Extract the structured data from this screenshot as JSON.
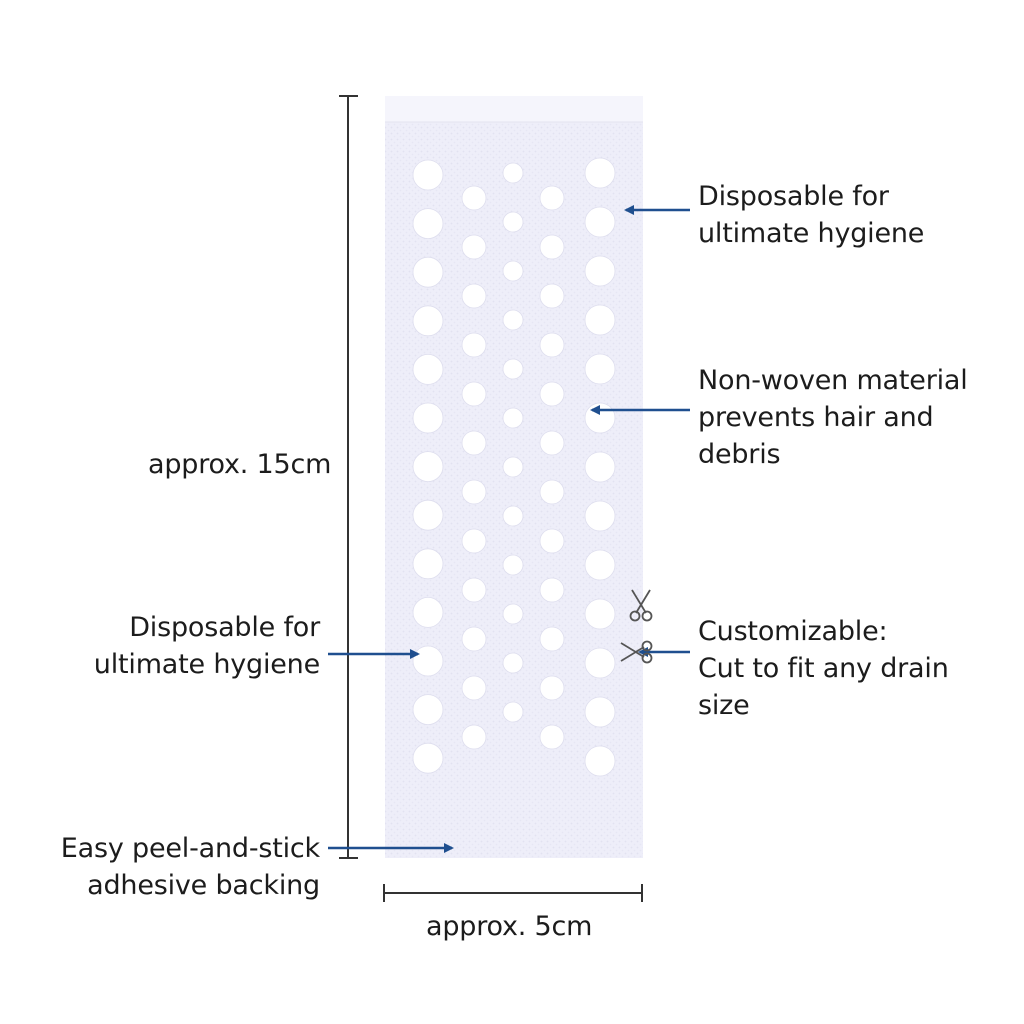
{
  "colors": {
    "background": "#ffffff",
    "strip_fill": "#f1f1fb",
    "strip_top_band": "#f6f6fc",
    "hole": "#ffffff",
    "arrow": "#1f4f8f",
    "dimension_line": "#333333",
    "text": "#1c1c1c"
  },
  "dimensions": {
    "height_label": "approx. 15cm",
    "width_label": "approx. 5cm"
  },
  "callouts": {
    "top_right": {
      "lines": [
        "Disposable for",
        "ultimate hygiene"
      ]
    },
    "middle_right": {
      "lines": [
        "Non-woven material",
        "prevents hair and",
        "debris"
      ]
    },
    "bottom_right": {
      "lines": [
        "Customizable:",
        "Cut to fit any drain",
        "size"
      ],
      "icon": "scissors-icon"
    },
    "left_middle": {
      "lines": [
        "Disposable for",
        "ultimate hygiene"
      ]
    },
    "left_bottom": {
      "lines": [
        "Easy peel-and-stick",
        "adhesive backing"
      ]
    }
  },
  "strip": {
    "hole_columns": 5,
    "hole_rows": [
      13,
      12,
      12,
      12,
      13
    ]
  }
}
